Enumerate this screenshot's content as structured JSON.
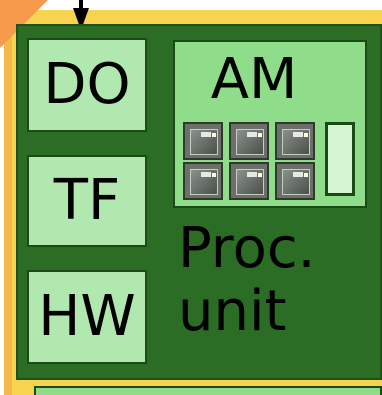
{
  "boxes": {
    "do": "DO",
    "tf": "TF",
    "hw": "HW"
  },
  "am": {
    "title": "AM"
  },
  "processing_unit": {
    "line1": "Proc.",
    "line2": "unit"
  },
  "colors": {
    "outer_fill": "#f7d34f",
    "panel_fill": "#2b6d24",
    "box_fill": "#b0e8b0",
    "am_fill": "#8fdd8a"
  },
  "icons": {
    "chip": "chip-icon",
    "arrow": "arrow-down-icon"
  }
}
